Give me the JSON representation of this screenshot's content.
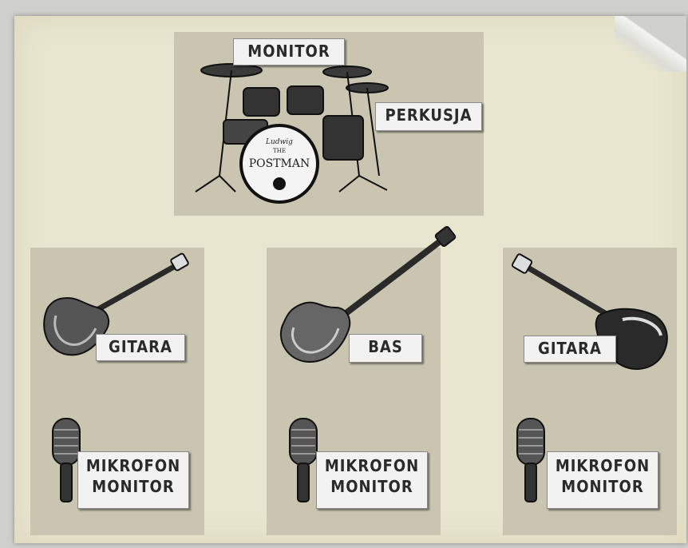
{
  "drum_panel": {
    "monitor_label": "MONITOR",
    "perkusja_label": "PERKUSJA",
    "drum_brand_top": "Ludwig",
    "drum_brand_the": "THE",
    "drum_brand_name": "POSTMAN"
  },
  "left_panel": {
    "guitar_label": "GITARA",
    "mic_line1": "MIKROFON",
    "mic_line2": "MONITOR"
  },
  "center_panel": {
    "bass_label": "BAS",
    "mic_line1": "MIKROFON",
    "mic_line2": "MONITOR"
  },
  "right_panel": {
    "guitar_label": "GITARA",
    "mic_line1": "MIKROFON",
    "mic_line2": "MONITOR"
  }
}
